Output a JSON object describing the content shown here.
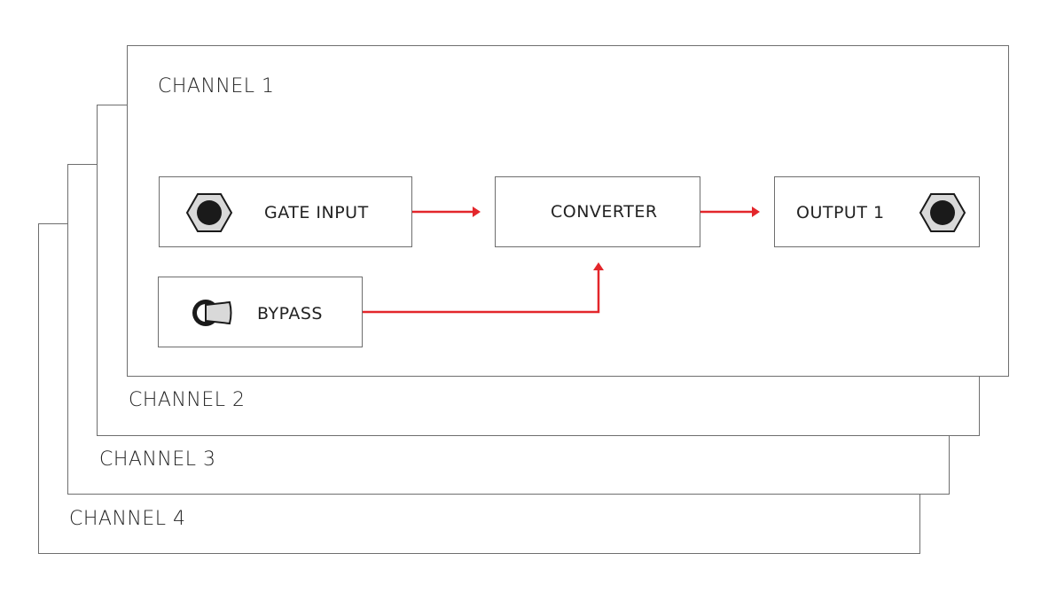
{
  "channels": [
    {
      "label": "CHANNEL 1"
    },
    {
      "label": "CHANNEL 2"
    },
    {
      "label": "CHANNEL 3"
    },
    {
      "label": "CHANNEL 4"
    }
  ],
  "nodes": {
    "gate_input": {
      "label": "GATE INPUT",
      "icon": "jack-socket-icon"
    },
    "converter": {
      "label": "CONVERTER"
    },
    "output": {
      "label": "OUTPUT 1",
      "icon": "jack-socket-icon"
    },
    "bypass": {
      "label": "BYPASS",
      "icon": "toggle-switch-icon"
    }
  },
  "colors": {
    "signal": "#e3262b",
    "border": "#6e6e6e"
  }
}
